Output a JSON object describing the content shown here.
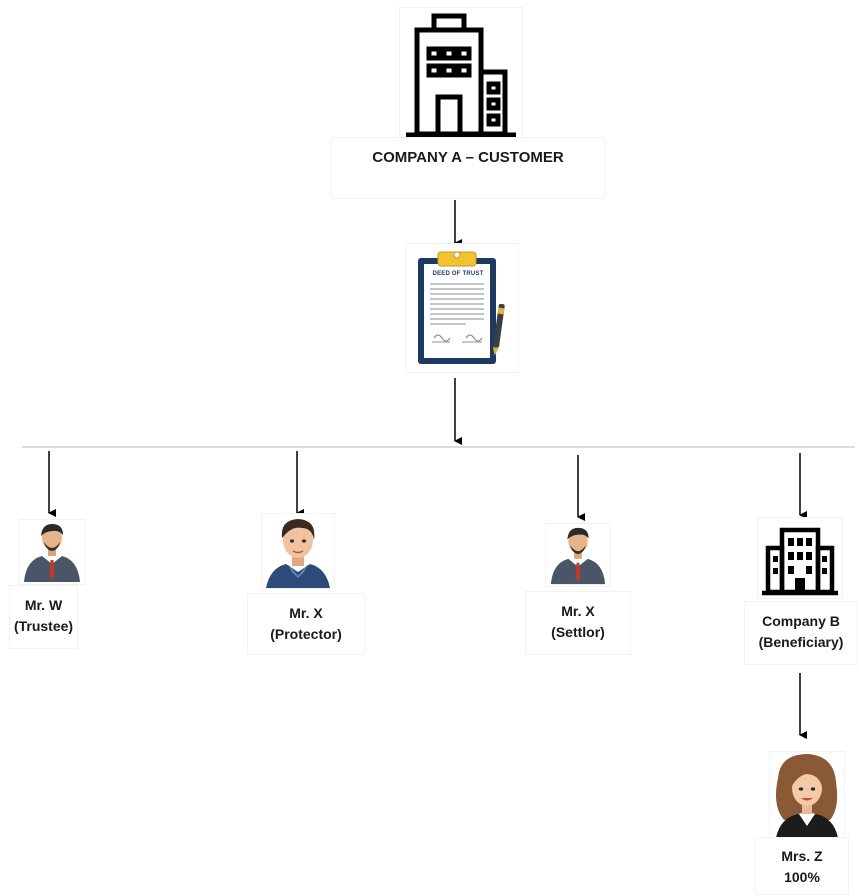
{
  "root": {
    "label": "COMPANY A – CUSTOMER",
    "icon": "office-building-icon"
  },
  "deed": {
    "header": "DEED OF TRUST",
    "icon": "deed-of-trust-clipboard-icon"
  },
  "parties": [
    {
      "name": "Mr. W",
      "role": "(Trustee)",
      "icon": "businessman-avatar-icon"
    },
    {
      "name": "Mr. X",
      "role": "(Protector)",
      "icon": "man-portrait-avatar-icon"
    },
    {
      "name": "Mr. X",
      "role": "(Settlor)",
      "icon": "businessman-avatar-icon"
    },
    {
      "name": "Company B",
      "role": "(Beneficiary)",
      "icon": "office-tower-icon"
    }
  ],
  "owner": {
    "name": "Mrs. Z",
    "share": "100%",
    "icon": "businesswoman-avatar-icon"
  },
  "colors": {
    "line": "#000000",
    "separator": "#c8c8c8",
    "suit": "#4a5568",
    "tie": "#c0392b",
    "clip": "#f2c230",
    "clipboard": "#1f3a5f"
  }
}
